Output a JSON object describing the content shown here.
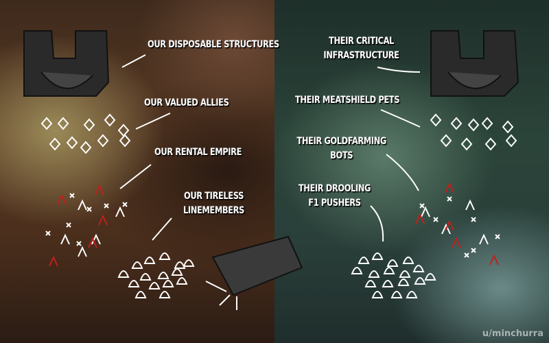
{
  "left": {
    "labels": [
      "OUR DISPOSABLE STRUCTURES",
      "OUR VALUED ALLIES",
      "OUR RENTAL EMPIRE",
      "OUR TIRELESS LINEMEMBERS"
    ]
  },
  "right": {
    "labels": [
      "THEIR CRITICAL INFRASTRUCTURE",
      "THEIR MEATSHIELD PETS",
      "THEIR GOLDFARMING BOTS",
      "THEIR DROOLING F1 PUSHERS"
    ]
  },
  "credit": "u/minchurra",
  "colors": {
    "enemy": "#c0201c",
    "friendly": "#ffffff",
    "structure": "#2a2a2a"
  }
}
